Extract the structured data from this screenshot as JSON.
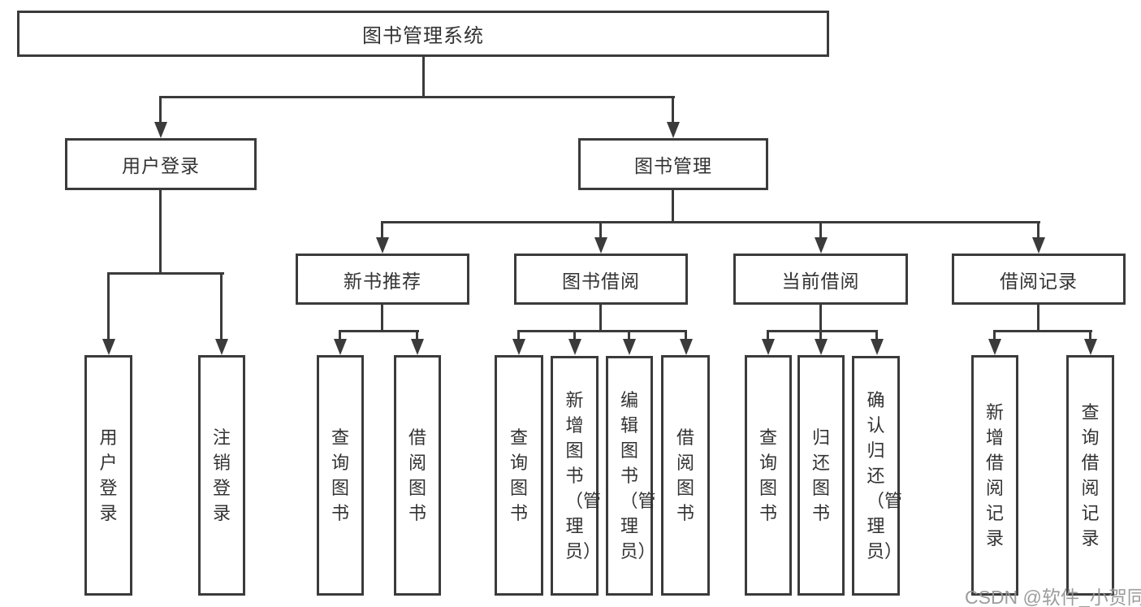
{
  "diagram": {
    "root": "图书管理系统",
    "level2": {
      "user_login": "用户登录",
      "book_mgmt": "图书管理"
    },
    "level3": {
      "new_book_rec": "新书推荐",
      "book_borrow": "图书借阅",
      "current_borrow": "当前借阅",
      "borrow_record": "借阅记录"
    },
    "leaves": {
      "user_login": "用户登录",
      "logout": "注销登录",
      "nb_query_book": "查询图书",
      "nb_borrow_book": "借阅图书",
      "bb_query_book": "查询图书",
      "bb_add_book": "新增图书（管理员）",
      "bb_edit_book": "编辑图书（管理员）",
      "bb_borrow_book": "借阅图书",
      "cb_query_book": "查询图书",
      "cb_return_book": "归还图书",
      "cb_confirm_return": "确认归还（管理员）",
      "br_add_record": "新增借阅记录",
      "br_query_record": "查询借阅记录"
    }
  },
  "watermark": "CSDN @软件_小贺同学",
  "colors": {
    "line": "#3b3b3b",
    "text": "#333333",
    "watermark": "#949494"
  }
}
